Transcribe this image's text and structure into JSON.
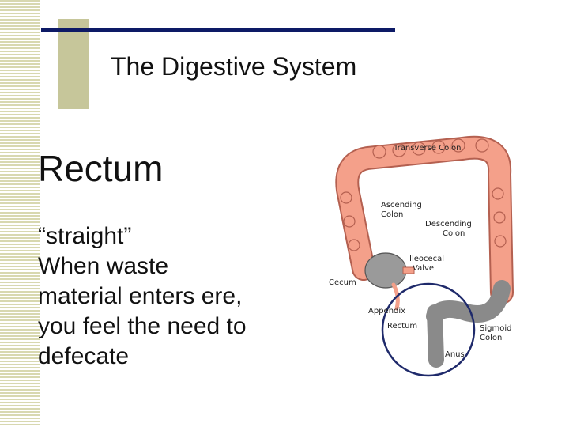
{
  "slide": {
    "title": "The Digestive System",
    "heading": "Rectum",
    "body_lines": [
      "“straight”",
      "When waste",
      "material enters ere,",
      "you feel the need to",
      "defecate"
    ]
  },
  "diagram": {
    "labels": {
      "transverse_colon": "Transverse Colon",
      "ascending_colon_1": "Ascending",
      "ascending_colon_2": "Colon",
      "descending_colon_1": "Descending",
      "descending_colon_2": "Colon",
      "ileocecal_valve_1": "Ileocecal",
      "ileocecal_valve_2": "Valve",
      "cecum": "Cecum",
      "appendix": "Appendix",
      "rectum": "Rectum",
      "sigmoid_colon_1": "Sigmoid",
      "sigmoid_colon_2": "Colon",
      "anus": "Anus"
    }
  },
  "colors": {
    "colon": "#f4a08a",
    "colon_outline": "#b46050",
    "cecum_gray": "#9a9a9a",
    "highlight_circle": "#1f2a6b",
    "title_rule": "#0d1a66",
    "stripe": "#d8d8b0",
    "accent_block": "#c6c69a"
  }
}
